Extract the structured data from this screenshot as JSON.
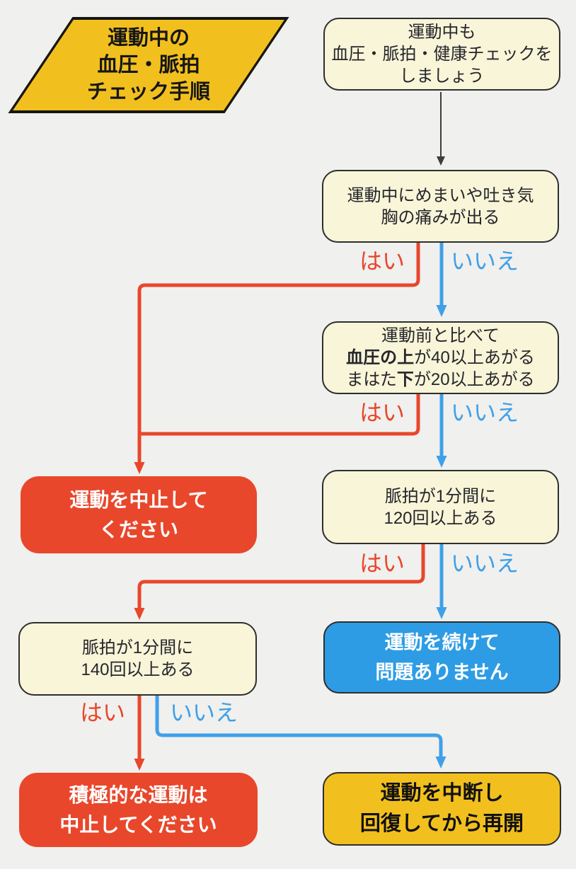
{
  "colors": {
    "bg": "#f0f0ee",
    "yellow": "#f2c01e",
    "cream": "#f8f5d8",
    "red": "#e8472b",
    "blue_fill": "#2d9ce4",
    "blue_line": "#3fa0e8",
    "border": "#2e2e2e",
    "ink": "#25252b",
    "white": "#ffffff",
    "arrow_black": "#3c3c42"
  },
  "title": {
    "lines": [
      "運動中の",
      "血圧・脈拍",
      "チェック手順"
    ]
  },
  "nodes": {
    "start": {
      "lines": [
        "運動中も",
        "血圧・脈拍・健康チェックを",
        "しましょう"
      ]
    },
    "q_symptoms": {
      "lines": [
        "運動中にめまいや吐き気",
        "胸の痛みが出る"
      ]
    },
    "q_bp": {
      "line1": "運動前と比べて",
      "line2_bold": "血圧の上",
      "line2_rest": "が40以上あがる",
      "line3_pre": "まはた",
      "line3_bold": "下",
      "line3_rest": "が20以上あがる"
    },
    "stop": {
      "lines": [
        "運動を中止して",
        "ください"
      ]
    },
    "q_pulse120": {
      "lines": [
        "脈拍が1分間に",
        "120回以上ある"
      ]
    },
    "continue_ok": {
      "lines": [
        "運動を続けて",
        "問題ありません"
      ]
    },
    "q_pulse140": {
      "lines": [
        "脈拍が1分間に",
        "140回以上ある"
      ]
    },
    "stop_active": {
      "lines": [
        "積極的な運動は",
        "中止してください"
      ]
    },
    "pause_resume": {
      "lines": [
        "運動を中断し",
        "回復してから再開"
      ]
    }
  },
  "labels": {
    "yes": "はい",
    "no": "いいえ"
  }
}
